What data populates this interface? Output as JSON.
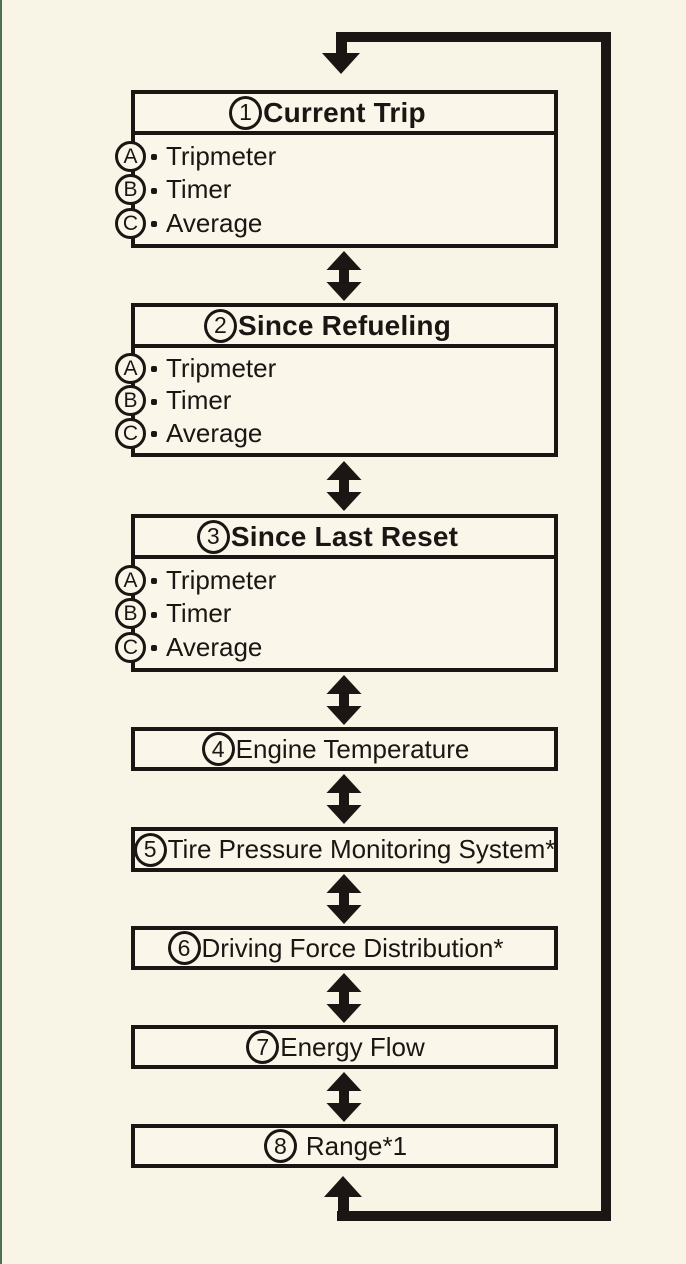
{
  "diagram": {
    "kind": "cyclic-menu-flow",
    "colors": {
      "background": "#f8f5e6",
      "box_fill": "#faf7ea",
      "line": "#1b1613",
      "left_edge_accent": "#4e7050"
    },
    "boxes": [
      {
        "number": "1",
        "title": "Current Trip",
        "items": [
          {
            "letter": "A",
            "label": "Tripmeter"
          },
          {
            "letter": "B",
            "label": "Timer"
          },
          {
            "letter": "C",
            "label": "Average"
          }
        ]
      },
      {
        "number": "2",
        "title": "Since Refueling",
        "items": [
          {
            "letter": "A",
            "label": "Tripmeter"
          },
          {
            "letter": "B",
            "label": "Timer"
          },
          {
            "letter": "C",
            "label": "Average"
          }
        ]
      },
      {
        "number": "3",
        "title": "Since Last Reset",
        "items": [
          {
            "letter": "A",
            "label": "Tripmeter"
          },
          {
            "letter": "B",
            "label": "Timer"
          },
          {
            "letter": "C",
            "label": "Average"
          }
        ]
      },
      {
        "number": "4",
        "title": "Engine Temperature"
      },
      {
        "number": "5",
        "title": "Tire Pressure Monitoring System*"
      },
      {
        "number": "6",
        "title": "Driving Force Distribution*"
      },
      {
        "number": "7",
        "title": "Energy Flow"
      },
      {
        "number": "8",
        "title": "Range*1"
      }
    ],
    "icons": {
      "loop_entry": "down-arrow",
      "loop_return": "up-arrow",
      "between_boxes": "double-vertical-arrow"
    }
  }
}
